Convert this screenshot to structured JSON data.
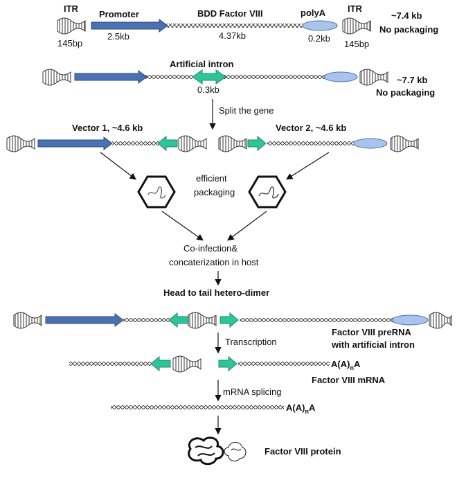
{
  "colors": {
    "promoter": "#4a72b0",
    "intron_arrow": "#2ec49a",
    "polya": "#a9c4ea",
    "itr": "#555555",
    "gene_line": "#111111"
  },
  "row1": {
    "itr_left": "ITR",
    "promoter": "Promoter",
    "gene": "BDD Factor VIII",
    "polya": "polyA",
    "itr_right": "ITR",
    "itr_left_size": "145bp",
    "promoter_size": "2.5kb",
    "gene_size": "4.37kb",
    "polya_size": "0.2kb",
    "itr_right_size": "145bp",
    "total_size": "~7.4 kb",
    "status": "No packaging"
  },
  "row2": {
    "intron_label": "Artificial  intron",
    "intron_size": "0.3kb",
    "total_size": "~7.7 kb",
    "status": "No packaging"
  },
  "steps": {
    "split": "Split the gene",
    "vector1": "Vector 1, ~4.6 kb",
    "vector2": "Vector 2, ~4.6 kb",
    "efficient_1": "efficient",
    "efficient_2": "packaging",
    "coinfection_1": "Co-infection&",
    "coinfection_2": "concaterization in host",
    "dimer": "Head to tail hetero-dimer",
    "prerna_1": "Factor VIII preRNA",
    "prerna_2": "with artificial intron",
    "transcription": "Transcription",
    "polyA_tail": "A(A)",
    "polyA_tail_sub": "n",
    "polyA_tail_end": "A",
    "mrna": "Factor VIII mRNA",
    "splicing": "mRNA splicing",
    "protein": "Factor VIII protein"
  }
}
